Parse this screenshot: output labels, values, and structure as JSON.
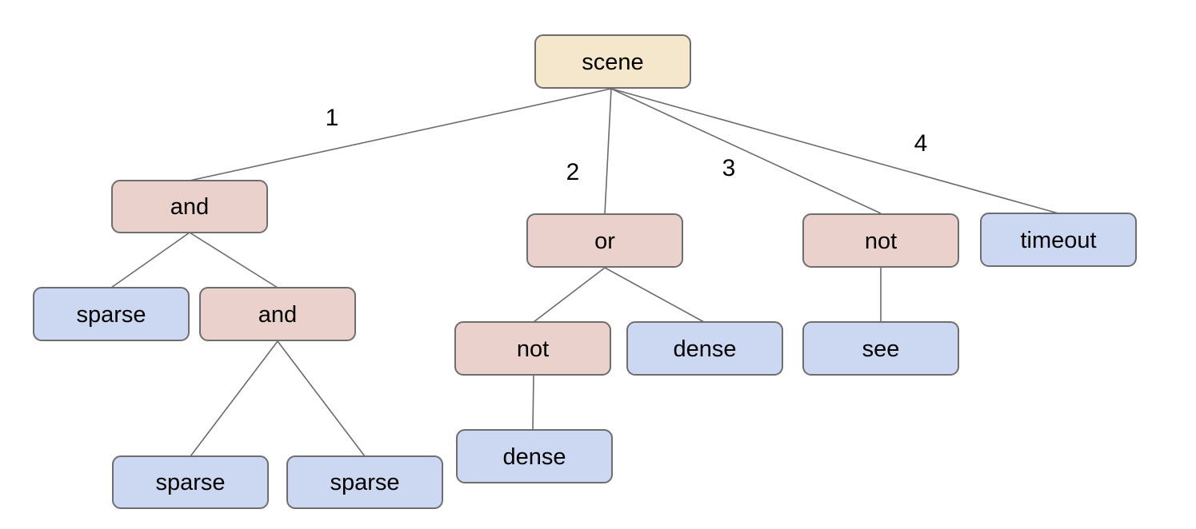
{
  "colors": {
    "background": "#ffffff",
    "root_fill": "#f5e7cb",
    "operator_fill": "#ebd1cc",
    "leaf_fill": "#ccd8f1",
    "node_border": "#6e6e6e",
    "edge_line": "#6b6b6b",
    "text": "#000000"
  },
  "nodes": {
    "scene": "scene",
    "and1": "and",
    "sparse1": "sparse",
    "and2": "and",
    "sparse2": "sparse",
    "sparse3": "sparse",
    "or1": "or",
    "not2": "not",
    "dense1": "dense",
    "dense2": "dense",
    "not1": "not",
    "see1": "see",
    "timeout1": "timeout"
  },
  "edge_labels": {
    "e1": "1",
    "e2": "2",
    "e3": "3",
    "e4": "4"
  },
  "tree": {
    "label": "scene",
    "children": [
      {
        "edge": "1",
        "label": "and",
        "children": [
          {
            "label": "sparse",
            "children": []
          },
          {
            "label": "and",
            "children": [
              {
                "label": "sparse",
                "children": []
              },
              {
                "label": "sparse",
                "children": []
              }
            ]
          }
        ]
      },
      {
        "edge": "2",
        "label": "or",
        "children": [
          {
            "label": "not",
            "children": [
              {
                "label": "dense",
                "children": []
              }
            ]
          },
          {
            "label": "dense",
            "children": []
          }
        ]
      },
      {
        "edge": "3",
        "label": "not",
        "children": [
          {
            "label": "see",
            "children": []
          }
        ]
      },
      {
        "edge": "4",
        "label": "timeout",
        "children": []
      }
    ]
  }
}
